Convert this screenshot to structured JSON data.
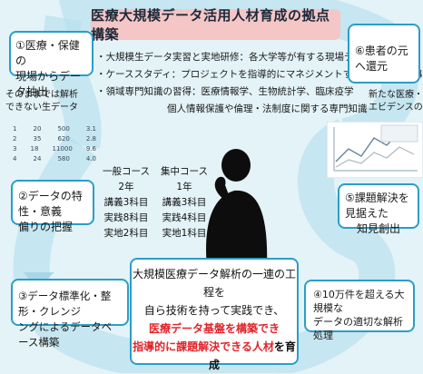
{
  "title": "医療大規模データ活用人材育成の拠点構築",
  "bullets": [
    "・大規模生データ実習と実地研修：各大学等が有する現場データを使用",
    "・ケーススタディ：プロジェクトを指導的にマネジメントする能力を身につける",
    "・領域専門知識の習得：医療情報学、生物統計学、臨床疫学"
  ],
  "bullet_continuation": "個人情報保護や倫理・法制度に関する専門知識",
  "boxes": {
    "b1": [
      "①医療・保健の",
      "現場からデータ抽出"
    ],
    "b2": [
      "②データの特性・意義",
      "偏りの把握"
    ],
    "b3": [
      "③データ標準化・整形・クレンジ",
      "ングによるデータベース構築"
    ],
    "b4": [
      "④10万件を超える大規模な",
      "データの適切な解析処理"
    ],
    "b5": [
      "⑤課題解決を見据えた",
      "知見創出"
    ],
    "b6": [
      "⑥患者の元へ還元"
    ]
  },
  "raw_data_caption": [
    "そのままでは解析",
    "できない生データ"
  ],
  "raw_table_rows": [
    [
      "1",
      "20",
      "500",
      "3.1"
    ],
    [
      "2",
      "35",
      "620",
      "2.8"
    ],
    [
      "3",
      "18",
      "11000",
      "9.6"
    ],
    [
      "4",
      "24",
      "580",
      "4.0"
    ]
  ],
  "evidence_caption": [
    "新たな医療・健康",
    "エビデンスの創出"
  ],
  "course": {
    "headers": [
      "一般コース",
      "集中コース"
    ],
    "rows": [
      [
        "2年",
        "1年"
      ],
      [
        "講義3科目",
        "講義3科目"
      ],
      [
        "実践8科目",
        "実践4科目"
      ],
      [
        "実地2科目",
        "実地1科目"
      ]
    ]
  },
  "center": {
    "lines": [
      "大規模医療データ解析の一連の工程を",
      "自ら技術を持って実践でき、"
    ],
    "red1": "医療データ基盤を構築でき",
    "red2_prefix": "指導的に",
    "red2_red": "課題解決できる人材",
    "red2_suffix": "を育成"
  },
  "colors": {
    "accent": "#2a9ec7",
    "title_band": "#f5c6c6",
    "highlight": "#e0242a",
    "background": "#e3f3f8"
  }
}
